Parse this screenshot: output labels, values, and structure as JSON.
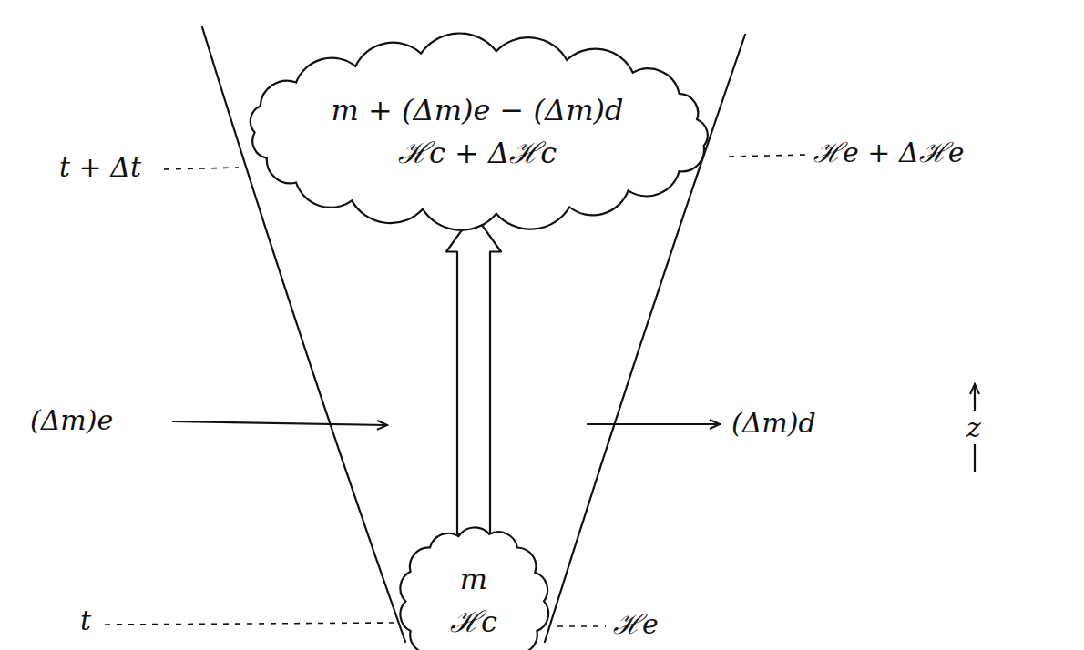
{
  "diagram": {
    "nodes": [
      {
        "text": [
          "m + (Δm)e − (Δm)d",
          "ℋc + Δℋc"
        ]
      },
      {
        "text": [
          "m",
          "ℋc"
        ]
      }
    ],
    "edges": [
      {
        "from": 1,
        "to": 0,
        "arrow": "to"
      }
    ],
    "labels": [
      "t + Δt",
      "ℋe + Δℋe",
      "(Δm)e",
      "(Δm)d",
      "z",
      "t",
      "ℋe"
    ]
  }
}
